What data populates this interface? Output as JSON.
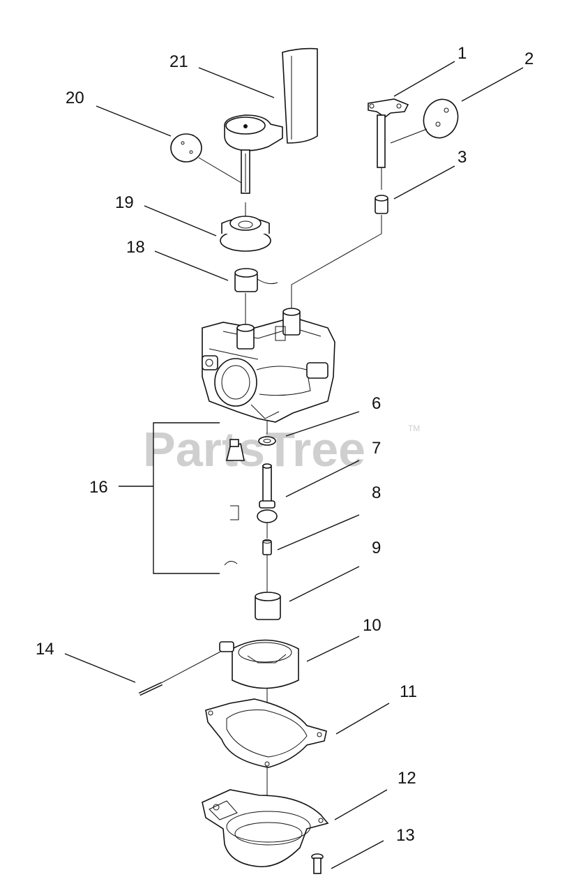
{
  "watermark": {
    "text": "PartsTree",
    "mark": "TM"
  },
  "callouts": {
    "c1": "1",
    "c2": "2",
    "c3": "3",
    "c6": "6",
    "c7": "7",
    "c8": "8",
    "c9": "9",
    "c10": "10",
    "c11": "11",
    "c12": "12",
    "c13": "13",
    "c14": "14",
    "c16": "16",
    "c18": "18",
    "c19": "19",
    "c20": "20",
    "c21": "21"
  }
}
